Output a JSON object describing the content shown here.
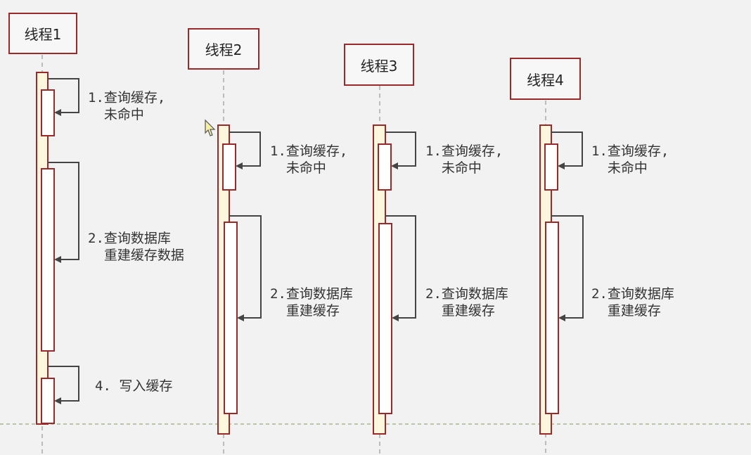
{
  "participants": [
    {
      "name": "线程1",
      "notes": [
        "1.查询缓存,\n  未命中",
        "2.查询数据库\n  重建缓存数据",
        "4. 写入缓存"
      ]
    },
    {
      "name": "线程2",
      "notes": [
        "1.查询缓存,\n  未命中",
        "2.查询数据库\n  重建缓存"
      ]
    },
    {
      "name": "线程3",
      "notes": [
        "1.查询缓存,\n  未命中",
        "2.查询数据库\n  重建缓存"
      ]
    },
    {
      "name": "线程4",
      "notes": [
        "1.查询缓存,\n  未命中",
        "2.查询数据库\n  重建缓存"
      ]
    }
  ],
  "colors": {
    "background": "#f2f2f2",
    "participant_border": "#9a2a2a",
    "lifeline": "#a9a9a9",
    "activation_fill": "#fff7dd",
    "activation_border": "#9a2a2a",
    "arrow": "#444444",
    "note_text": "#333333",
    "guide_line": "#a8b58d"
  }
}
